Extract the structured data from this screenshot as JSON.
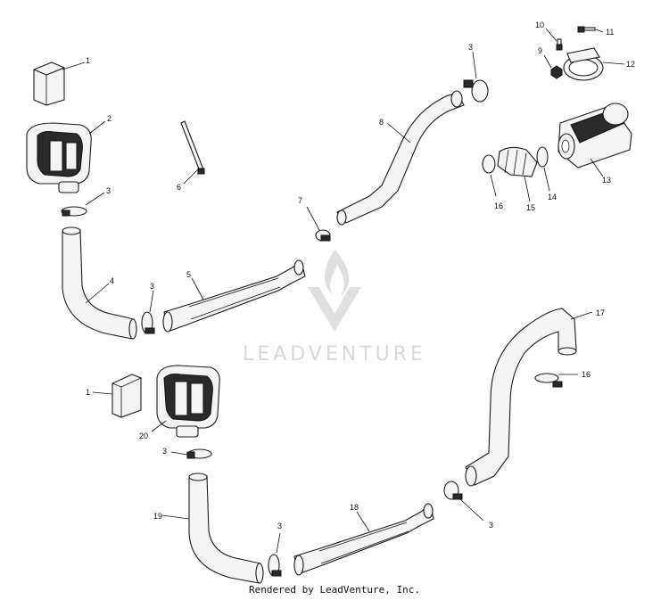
{
  "watermark": {
    "text": "LEADVENTURE"
  },
  "footer": {
    "text": "Rendered by LeadVenture, Inc."
  },
  "callouts": {
    "c1_top": "1",
    "c2": "2",
    "c3_top_left": "3",
    "c4": "4",
    "c3_mid_left": "3",
    "c5": "5",
    "c6": "6",
    "c7": "7",
    "c8": "8",
    "c3_top_center": "3",
    "c10": "10",
    "c11": "11",
    "c9": "9",
    "c12": "12",
    "c13": "13",
    "c14": "14",
    "c15": "15",
    "c16_top": "16",
    "c17": "17",
    "c16_right": "16",
    "c1_bottom": "1",
    "c20": "20",
    "c3_bottom_left": "3",
    "c19": "19",
    "c3_bottom_mid": "3",
    "c18": "18",
    "c3_bottom_right": "3"
  }
}
